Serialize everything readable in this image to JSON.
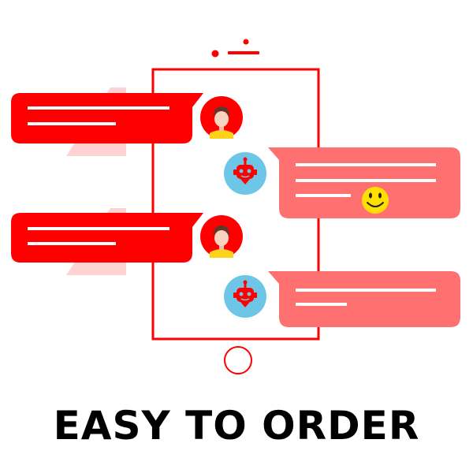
{
  "headline": "EASY TO ORDER",
  "colors": {
    "brand_red": "#ff0000",
    "bot_bubble": "#ff7070",
    "bubble_shadow": "#ffd3d3",
    "bot_avatar_bg": "#6ec6e6",
    "user_shirt": "#ffd21a",
    "smiley": "#ffdf00"
  },
  "messages": [
    {
      "sender": "user",
      "icon": "user-avatar-icon",
      "text_lines": 2
    },
    {
      "sender": "bot",
      "icon": "robot-avatar-icon",
      "text_lines": 3,
      "emoji": "smiley-face-icon"
    },
    {
      "sender": "user",
      "icon": "user-avatar-icon",
      "text_lines": 2
    },
    {
      "sender": "bot",
      "icon": "robot-avatar-icon",
      "text_lines": 2
    }
  ]
}
